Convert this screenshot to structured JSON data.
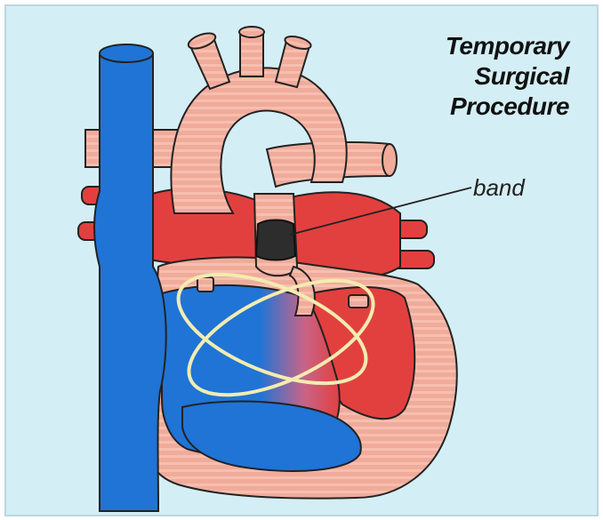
{
  "diagram": {
    "title": [
      "Temporary",
      "Surgical",
      "Procedure"
    ],
    "labels": {
      "band": "band"
    },
    "colors": {
      "background": "#d4eef5",
      "vessel_blue": "#1f74d6",
      "oxygenated_red": "#e2403f",
      "tissue_pink": "#f1ab9a",
      "band": "#2d2d2d",
      "ring": "#f3ecb0"
    }
  }
}
